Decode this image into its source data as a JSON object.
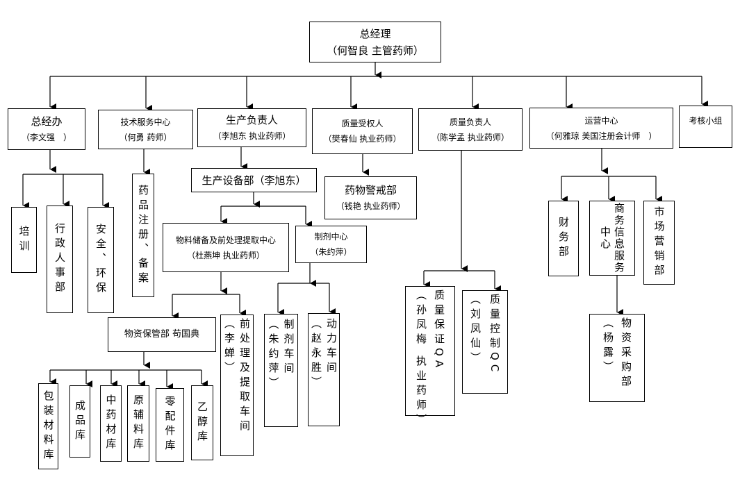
{
  "ceo": {
    "title": "总经理",
    "person": "（何智良 主管药师）"
  },
  "general_office": {
    "title": "总经办",
    "person": "（李文强　）"
  },
  "tech_center": {
    "title": "技术服务中心",
    "person": "（何勇 药师）"
  },
  "production_head": {
    "title": "生产负责人",
    "person": "（李旭东 执业药师）"
  },
  "qa_authorized": {
    "title": "质量受权人",
    "person": "（樊春仙 执业药师）"
  },
  "quality_head": {
    "title": "质量负责人",
    "person": "（陈学孟 执业药师）"
  },
  "operations": {
    "title": "运营中心",
    "person": "（何雅琼 美国注册会计师　）"
  },
  "audit_team": {
    "title": "考核小组"
  },
  "training": {
    "title": "培训"
  },
  "admin_hr": {
    "title": "行政人事部"
  },
  "safety_env": {
    "title": "安全、环保"
  },
  "drug_registration": {
    "title": "药品注册、备案"
  },
  "equipment_dept": {
    "title": "生产设备部（李旭东）"
  },
  "pharmacovigilance": {
    "title": "药物警戒部",
    "person": "（钱艳 执业药师）"
  },
  "material_center": {
    "title": "物料储备及前处理提取中心",
    "person": "（杜燕坤 执业药师）"
  },
  "formulation_center": {
    "title": "制剂中心",
    "person": "（朱约萍）"
  },
  "qa": {
    "title": "质量保证QA",
    "person": "（孙凤梅 执业药师）"
  },
  "qc": {
    "title": "质量控制QC",
    "person": "（刘凤仙）"
  },
  "finance": {
    "title": "财务部"
  },
  "business_info": {
    "title": "商务信息服务中心"
  },
  "marketing": {
    "title": "市场营销部"
  },
  "supplies_dept": {
    "title": "物资保管部 苟国典"
  },
  "pretreatment_workshop": {
    "title": "前处理及提取车间",
    "person": "（李蝉）"
  },
  "formulation_workshop": {
    "title": "制剂车间",
    "person": "（朱约萍）"
  },
  "power_workshop": {
    "title": "动力车间",
    "person": "（赵永胜）"
  },
  "procurement": {
    "title": "物资采购部",
    "person": "（杨露）"
  },
  "warehouses": {
    "packaging": "包装材料库",
    "finished": "成品库",
    "herbal": "中药材库",
    "raw_aux": "原辅料库",
    "spare_parts": "零配件库",
    "ethanol": "乙醇库"
  }
}
